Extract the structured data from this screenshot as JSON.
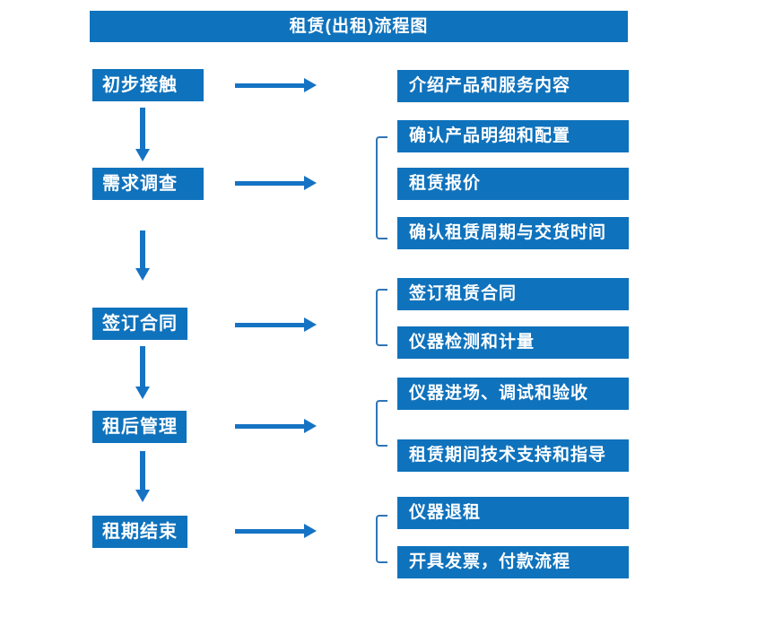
{
  "title": "租赁(出租)流程图",
  "colors": {
    "box_blue": "#0f72bc",
    "arrow_blue": "#1573c4",
    "bracket_blue": "#2e75b6",
    "text_white": "#ffffff"
  },
  "steps": [
    {
      "label": "初步接触"
    },
    {
      "label": "需求调查"
    },
    {
      "label": "签订合同"
    },
    {
      "label": "租后管理"
    },
    {
      "label": "租期结束"
    }
  ],
  "groups": [
    {
      "items": [
        "介绍产品和服务内容"
      ]
    },
    {
      "items": [
        "确认产品明细和配置",
        "租赁报价",
        "确认租赁周期与交货时间"
      ]
    },
    {
      "items": [
        "签订租赁合同",
        "仪器检测和计量"
      ]
    },
    {
      "items": [
        "仪器进场、调试和验收",
        "租赁期间技术支持和指导"
      ]
    },
    {
      "items": [
        "仪器退租",
        "开具发票，付款流程"
      ]
    }
  ]
}
